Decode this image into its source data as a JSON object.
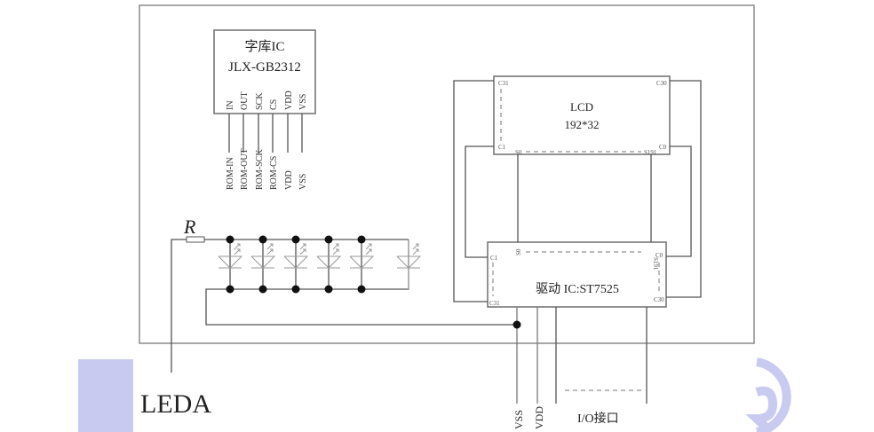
{
  "font_ic": {
    "title_line1": "字库IC",
    "title_line2": "JLX-GB2312",
    "pins": [
      "IN",
      "OUT",
      "SCK",
      "CS",
      "VDD",
      "VSS"
    ],
    "signals": [
      "ROM-IN",
      "ROM-OUT",
      "ROM-SCK",
      "ROM-CS",
      "VDD",
      "VSS"
    ]
  },
  "lcd": {
    "title": "LCD",
    "resolution": "192*32",
    "corner_tl": "C31",
    "corner_tr": "C30",
    "corner_bl": "C1",
    "corner_br": "C0",
    "seg_start": "S0",
    "seg_end": "S191"
  },
  "driver": {
    "title": "驱动 IC:ST7525",
    "corner_tl": "C1",
    "corner_tr": "C0",
    "corner_bl": "C31",
    "corner_br": "C30",
    "seg_start": "S0",
    "seg_end": "S191"
  },
  "backlight": {
    "resistor_label": "R",
    "led_count": 6,
    "anode_label": "LEDA"
  },
  "bottom_pins": {
    "vss": "VSS",
    "vdd": "VDD",
    "io": "I/O接口"
  },
  "colors": {
    "watermark": "#c9caf0",
    "line": "#7a7a7a"
  }
}
